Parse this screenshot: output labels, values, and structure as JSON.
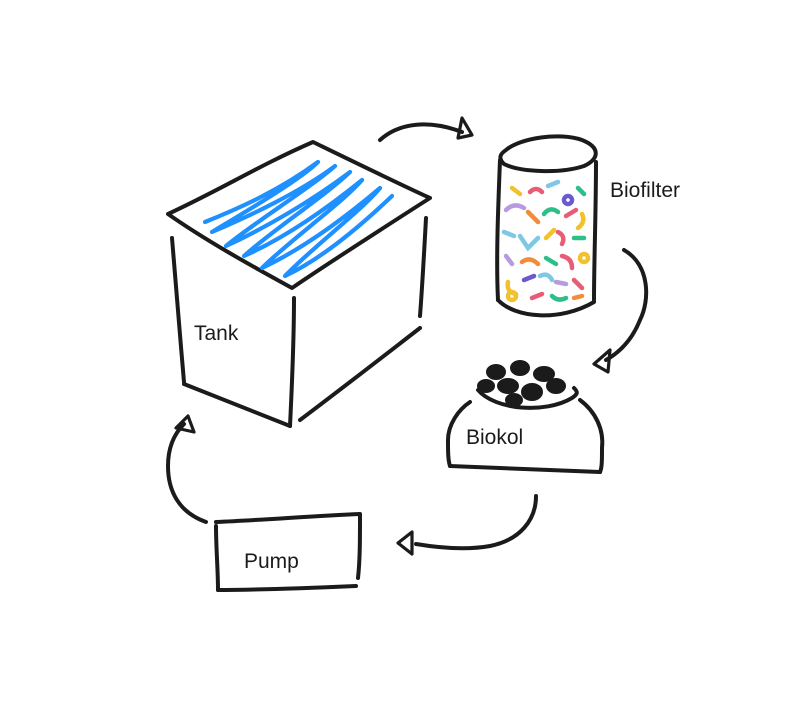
{
  "labels": {
    "tank": "Tank",
    "biofilter": "Biofilter",
    "biokol": "Biokol",
    "pump": "Pump"
  },
  "colors": {
    "ink": "#1b1b1b",
    "water": "#1e90ff",
    "media": [
      "#f2c12e",
      "#e85d75",
      "#2bbf8a",
      "#7ec8e3",
      "#b79be0",
      "#f28c38",
      "#6a5acd"
    ]
  },
  "icons": {
    "tank": "aquarium-tank-icon",
    "biofilter": "filter-cylinder-icon",
    "biokol": "charcoal-bowl-icon",
    "pump": "pump-box-icon"
  }
}
